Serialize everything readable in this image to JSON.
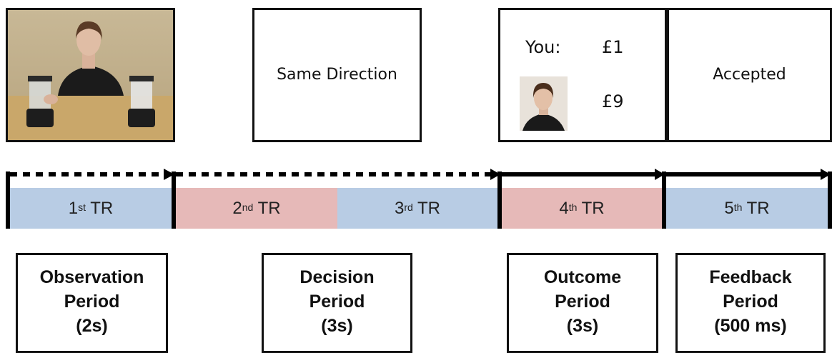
{
  "panels": {
    "decision_text": "Same Direction",
    "outcome": {
      "you_label": "You:",
      "you_amount": "£1",
      "other_amount": "£9"
    },
    "feedback_text": "Accepted"
  },
  "timeline": [
    {
      "num": "1",
      "sup": "st",
      "label": " TR",
      "color": "#b8cce4"
    },
    {
      "num": "2",
      "sup": "nd",
      "label": " TR",
      "color": "#e6b9b8"
    },
    {
      "num": "3",
      "sup": "rd",
      "label": " TR",
      "color": "#b8cce4"
    },
    {
      "num": "4",
      "sup": "th",
      "label": " TR",
      "color": "#e6b9b8"
    },
    {
      "num": "5",
      "sup": "th",
      "label": " TR",
      "color": "#b8cce4"
    }
  ],
  "periods": [
    {
      "line1": "Observation",
      "line2": "Period",
      "line3": "(2s)"
    },
    {
      "line1": "Decision",
      "line2": "Period",
      "line3": "(3s)"
    },
    {
      "line1": "Outcome",
      "line2": "Period",
      "line3": "(3s)"
    },
    {
      "line1": "Feedback",
      "line2": "Period",
      "line3": "(500 ms)"
    }
  ]
}
